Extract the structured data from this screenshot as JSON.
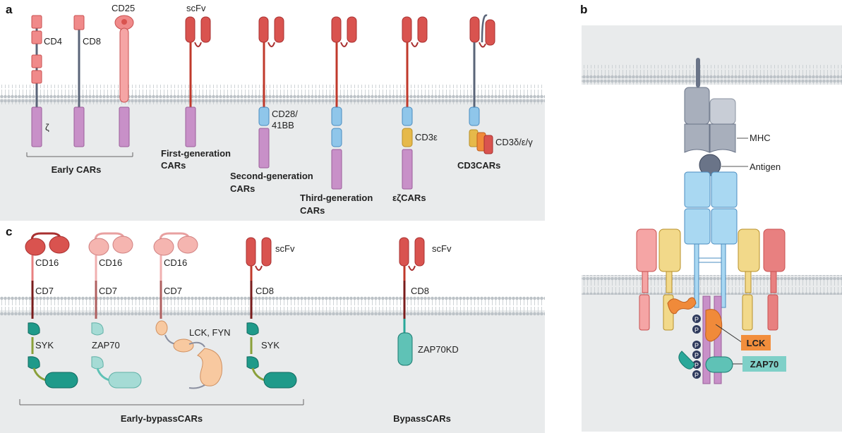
{
  "panels": {
    "a": "a",
    "b": "b",
    "c": "c"
  },
  "panel_a": {
    "cd4": "CD4",
    "cd8": "CD8",
    "cd25": "CD25",
    "zeta": "ζ",
    "early_cars": "Early CARs",
    "scfv": "scFv",
    "first_gen": [
      "First-generation",
      "CARs"
    ],
    "second_gen": [
      "Second-generation",
      "CARs"
    ],
    "costim": [
      "CD28/",
      "41BB"
    ],
    "third_gen": [
      "Third-generation",
      "CARs"
    ],
    "cd3e": "CD3ε",
    "ez_cars": "εζCARs",
    "cd3deg": "CD3δ/ε/γ",
    "cd3_cars": "CD3CARs"
  },
  "panel_b": {
    "mhc": "MHC",
    "antigen": "Antigen",
    "lck": "LCK",
    "zap70": "ZAP70",
    "phospho": "P"
  },
  "panel_c": {
    "cd16": "CD16",
    "cd7": "CD7",
    "cd8": "CD8",
    "scfv": "scFv",
    "syk": "SYK",
    "zap70": "ZAP70",
    "lck_fyn": "LCK, FYN",
    "zap70kd": "ZAP70KD",
    "early_bypass": "Early-bypassCARs",
    "bypass": "BypassCARs"
  },
  "colors": {
    "background": "#e9ebec",
    "membrane_head": "#c7ccd0",
    "red_domain": "#d9534f",
    "pink_domain": "#f08a8a",
    "purple_domain": "#c890c8",
    "blue_domain": "#8fc6ea",
    "yellow_domain": "#e6b94a",
    "orange_domain": "#f08a3a",
    "teal_domain": "#2aa89a",
    "light_teal": "#a5dbd5",
    "lck_label": "#f28e3c",
    "zap70_label": "#7fd0c8"
  }
}
